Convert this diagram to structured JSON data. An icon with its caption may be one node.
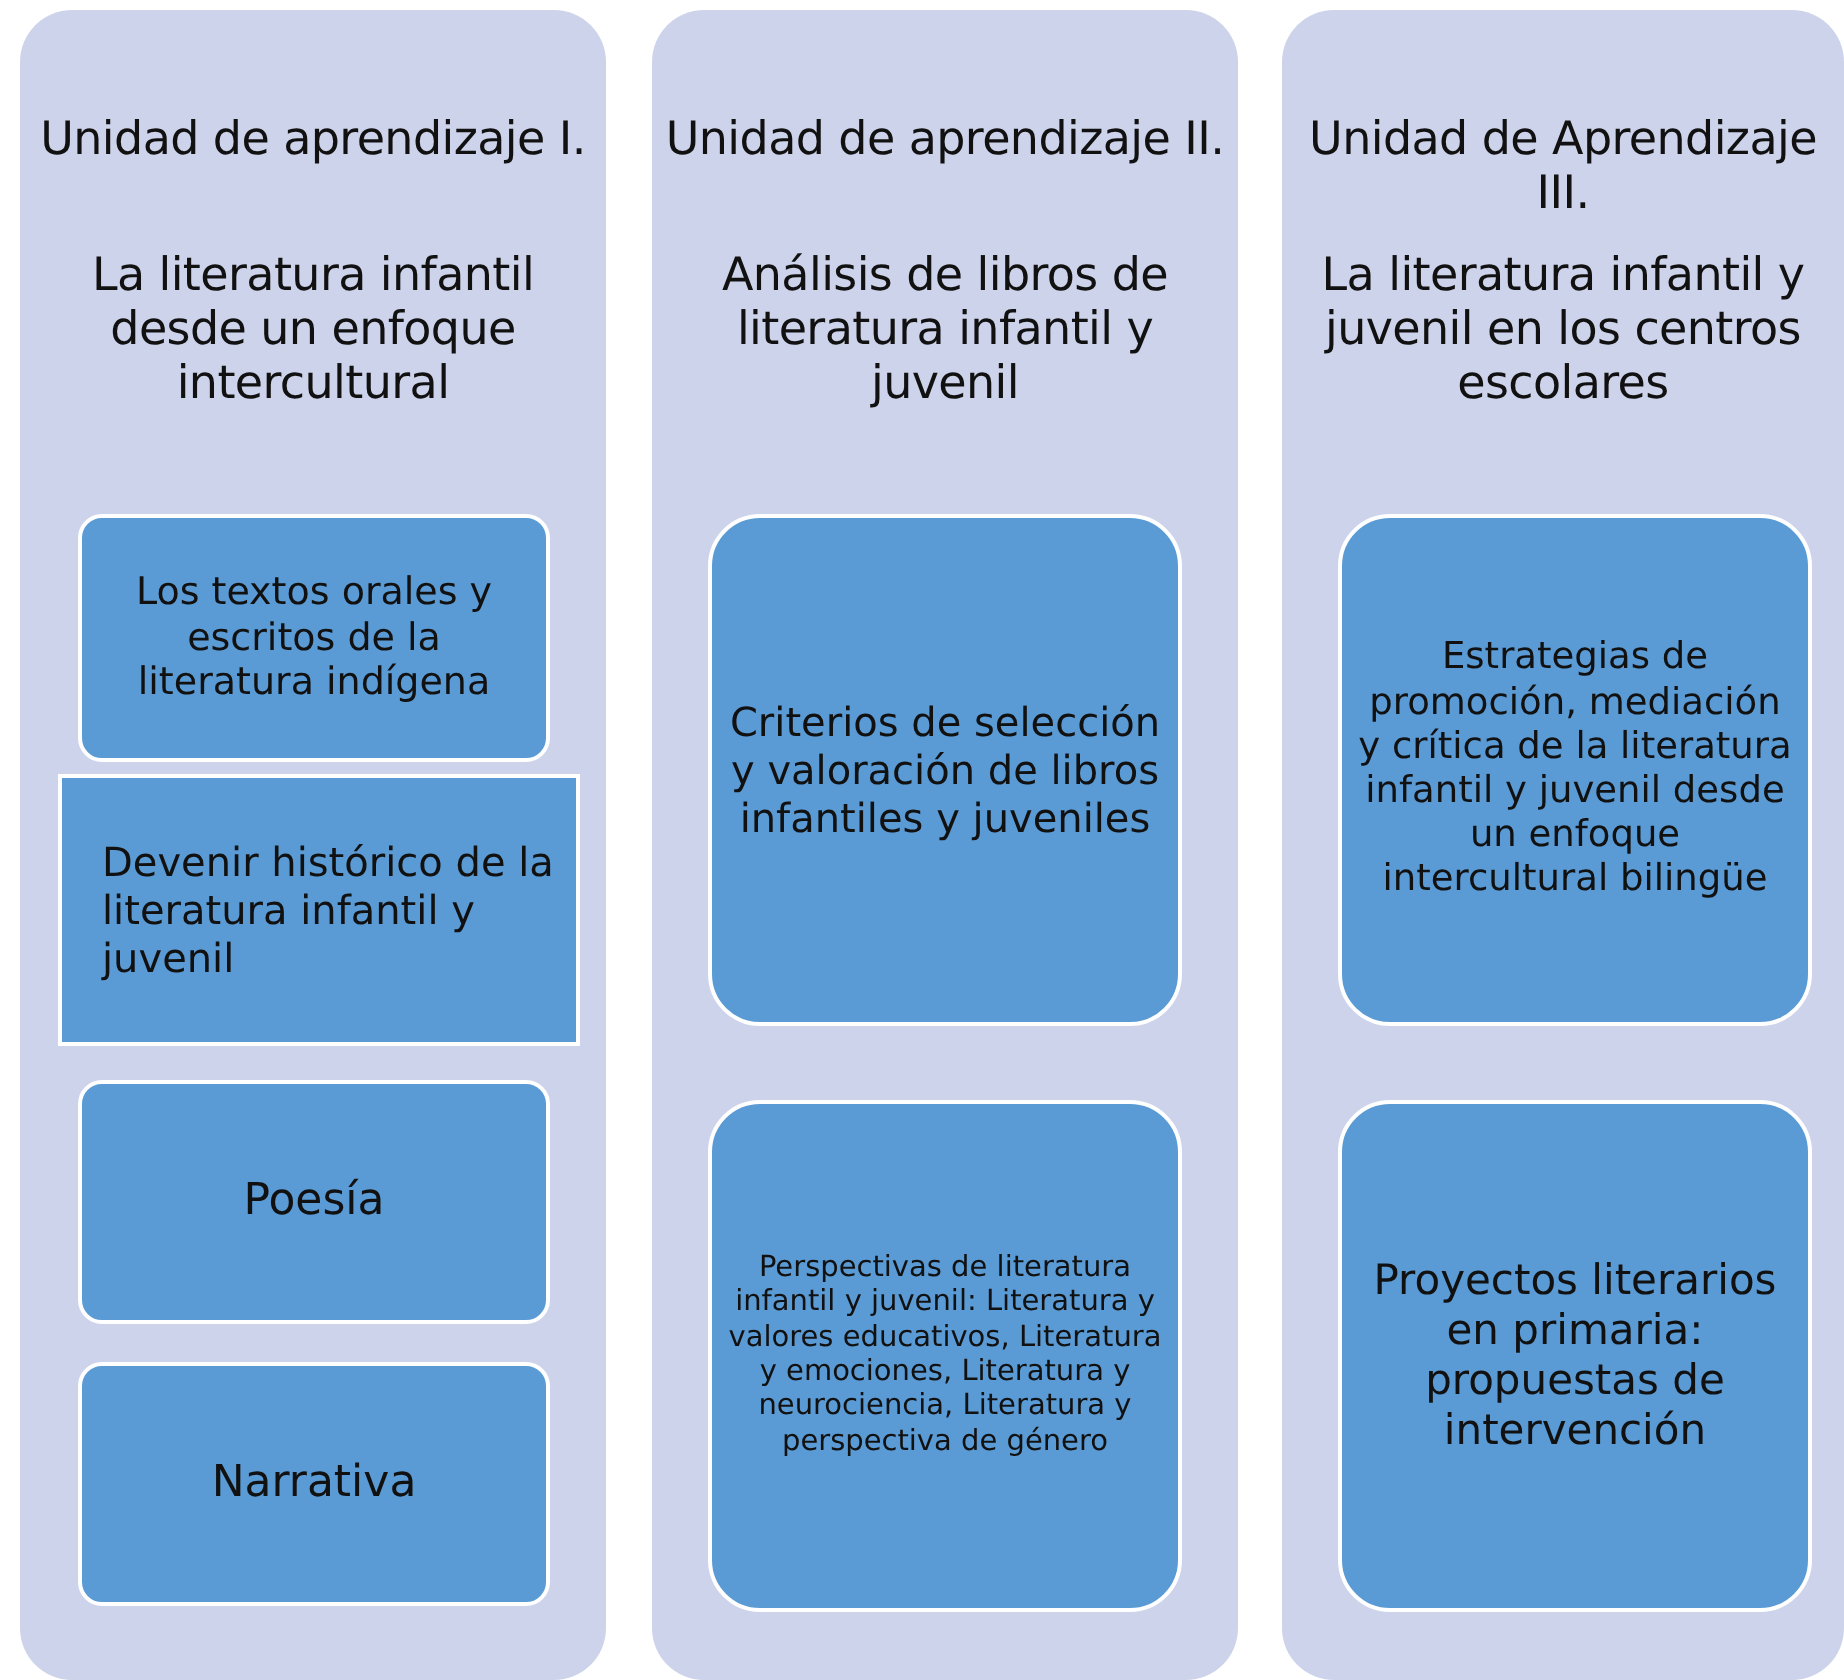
{
  "diagram": {
    "nodes": [
      {
        "text": [
          "Unidad de aprendizaje I.",
          "La literatura infantil desde un enfoque intercultural"
        ]
      },
      {
        "text": [
          "Los textos orales y escritos de la literatura indígena"
        ],
        "in": 0
      },
      {
        "text": [
          "Devenir histórico de la literatura infantil y juvenil"
        ],
        "in": 0
      },
      {
        "text": [
          "Poesía"
        ],
        "in": 0
      },
      {
        "text": [
          "Narrativa"
        ],
        "in": 0
      },
      {
        "text": [
          "Unidad de aprendizaje II.",
          "Análisis de libros de literatura infantil y juvenil"
        ]
      },
      {
        "text": [
          "Criterios de selección y valoración de libros infantiles y juveniles"
        ],
        "in": 5
      },
      {
        "text": [
          "Perspectivas de literatura infantil y juvenil: Literatura y valores educativos, Literatura y emociones, Literatura y neurociencia, Literatura y perspectiva de género"
        ],
        "in": 5
      },
      {
        "text": [
          "Unidad de Aprendizaje III.",
          "La literatura infantil y juvenil en los centros escolares"
        ]
      },
      {
        "text": [
          "Estrategias de promoción, mediación y crítica de la literatura infantil y juvenil desde un enfoque intercultural bilingüe"
        ],
        "in": 8
      },
      {
        "text": [
          "Proyectos literarios en primaria: propuestas de intervención"
        ],
        "in": 8
      }
    ]
  }
}
